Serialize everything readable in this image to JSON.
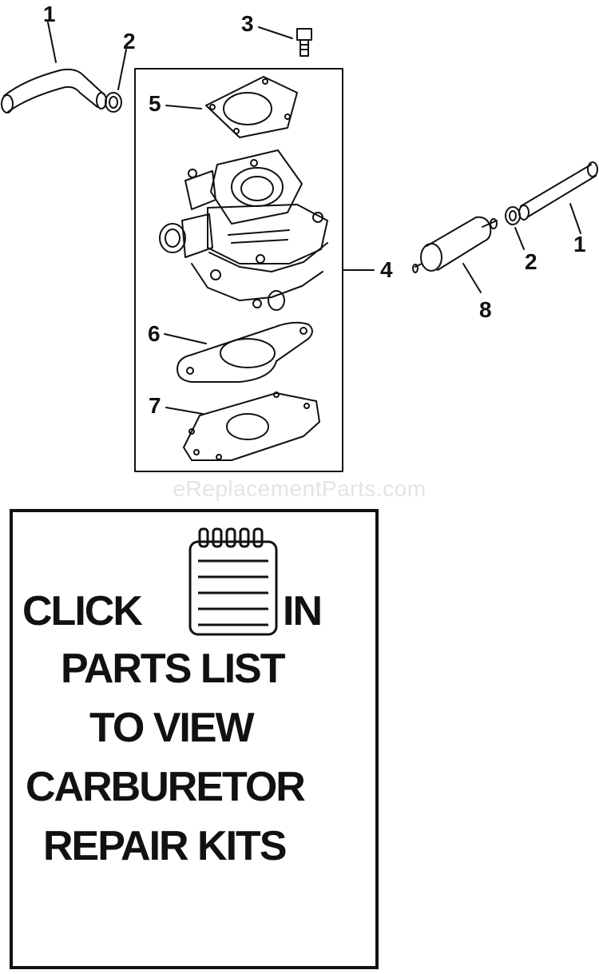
{
  "watermark": "eReplacementParts.com",
  "callouts": {
    "hose_left": "1",
    "clamp_left": "2",
    "bolt": "3",
    "carburetor": "4",
    "top_gasket": "5",
    "mid_gasket": "6",
    "bottom_gasket": "7",
    "clamp_right": "2",
    "hose_right": "1",
    "fuel_filter": "8"
  },
  "kit_notice": {
    "click": "CLICK",
    "in": "IN",
    "line2": "PARTS LIST",
    "line3": "TO VIEW",
    "line4": "CARBURETOR",
    "line5": "REPAIR KITS"
  },
  "icons": {
    "notepad": "notepad-icon"
  }
}
